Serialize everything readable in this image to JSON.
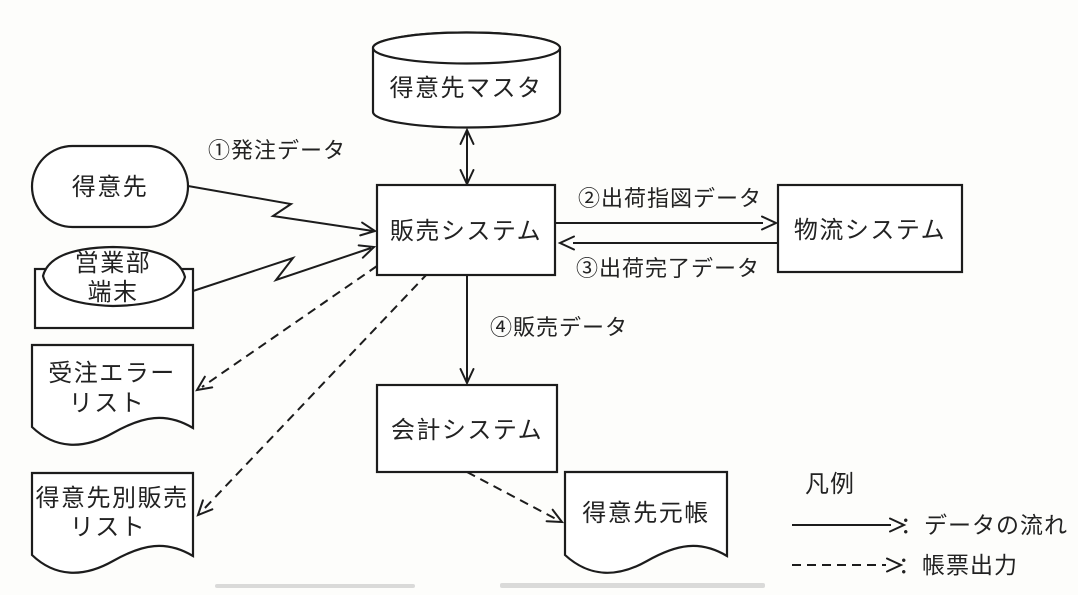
{
  "nodes": {
    "customer_master": {
      "label": "得意先マスタ",
      "shape": "database-cylinder"
    },
    "customer": {
      "label": "得意先",
      "shape": "rounded-terminator"
    },
    "sales_dept_terminal": {
      "label_line1": "営業部",
      "label_line2": "端末",
      "shape": "terminal-device"
    },
    "sales_system": {
      "label": "販売システム",
      "shape": "process-box"
    },
    "logistics_system": {
      "label": "物流システム",
      "shape": "process-box"
    },
    "accounting_system": {
      "label": "会計システム",
      "shape": "process-box"
    },
    "order_error_list": {
      "label_line1": "受注エラー",
      "label_line2": "リスト",
      "shape": "document"
    },
    "customer_sales_list": {
      "label_line1": "得意先別販売",
      "label_line2": "リスト",
      "shape": "document"
    },
    "customer_ledger": {
      "label": "得意先元帳",
      "shape": "document"
    }
  },
  "flow_labels": {
    "order_data": "①発注データ",
    "shipping_instruction_data": "②出荷指図データ",
    "shipping_completed_data": "③出荷完了データ",
    "sales_data": "④販売データ"
  },
  "legend": {
    "title": "凡例",
    "solid_arrow_label": "：データの流れ",
    "dashed_arrow_label": "：帳票出力"
  },
  "colors": {
    "stroke": "#1c1c1c",
    "background": "#fdfdfb",
    "text": "#222222"
  }
}
